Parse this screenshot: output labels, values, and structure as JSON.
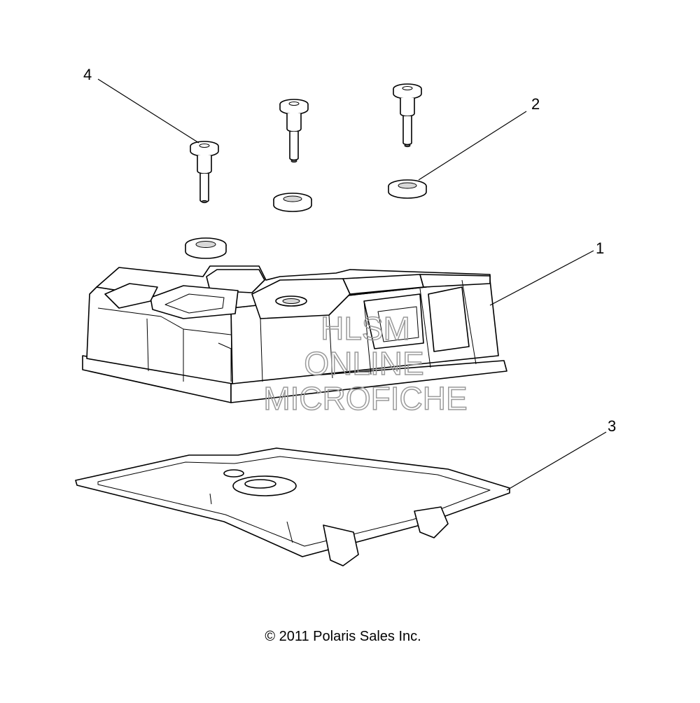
{
  "callouts": [
    {
      "number": "1",
      "part": "valve-cover"
    },
    {
      "number": "2",
      "part": "grommet"
    },
    {
      "number": "3",
      "part": "gasket"
    },
    {
      "number": "4",
      "part": "bolt"
    }
  ],
  "watermark": {
    "line1": "HLSM",
    "line2": "ONLINE",
    "line3": "MICROFICHE"
  },
  "copyright": "© 2011 Polaris Sales Inc."
}
